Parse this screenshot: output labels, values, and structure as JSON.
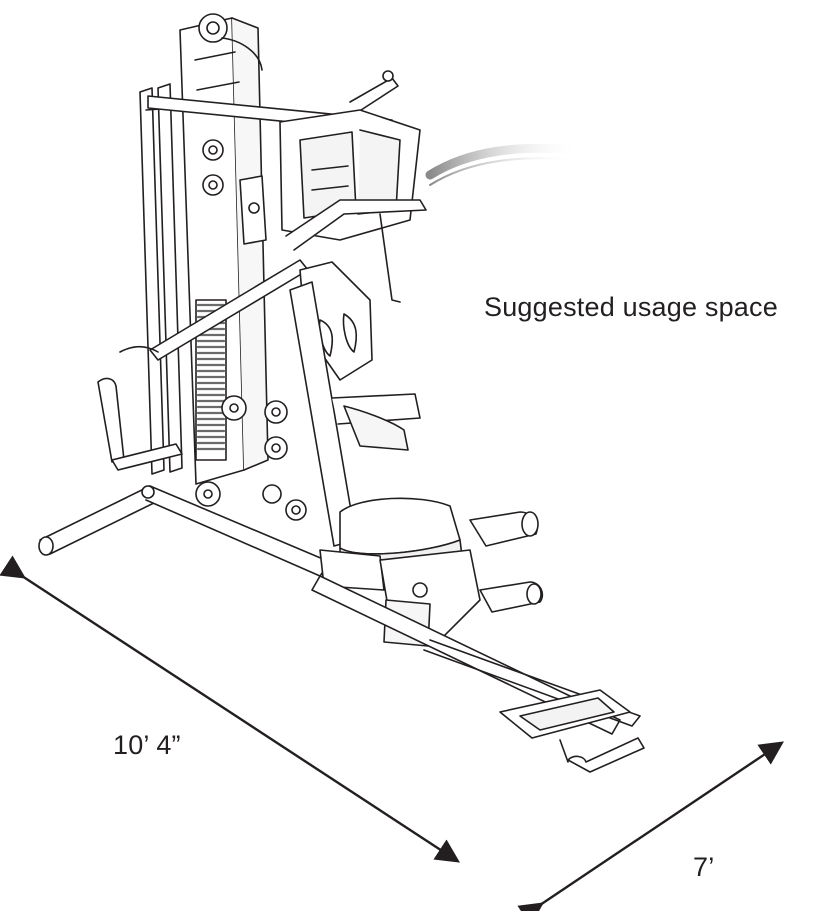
{
  "diagram": {
    "subject": "home-gym-machine",
    "labels": {
      "usage_space": "Suggested usage space",
      "length": "10’ 4”",
      "width": "7’"
    },
    "colors": {
      "line": "#231f20",
      "frame_fill": "#ffffff",
      "shade": "#e9e9e9",
      "weight_stack": "#6b6b6b"
    }
  }
}
